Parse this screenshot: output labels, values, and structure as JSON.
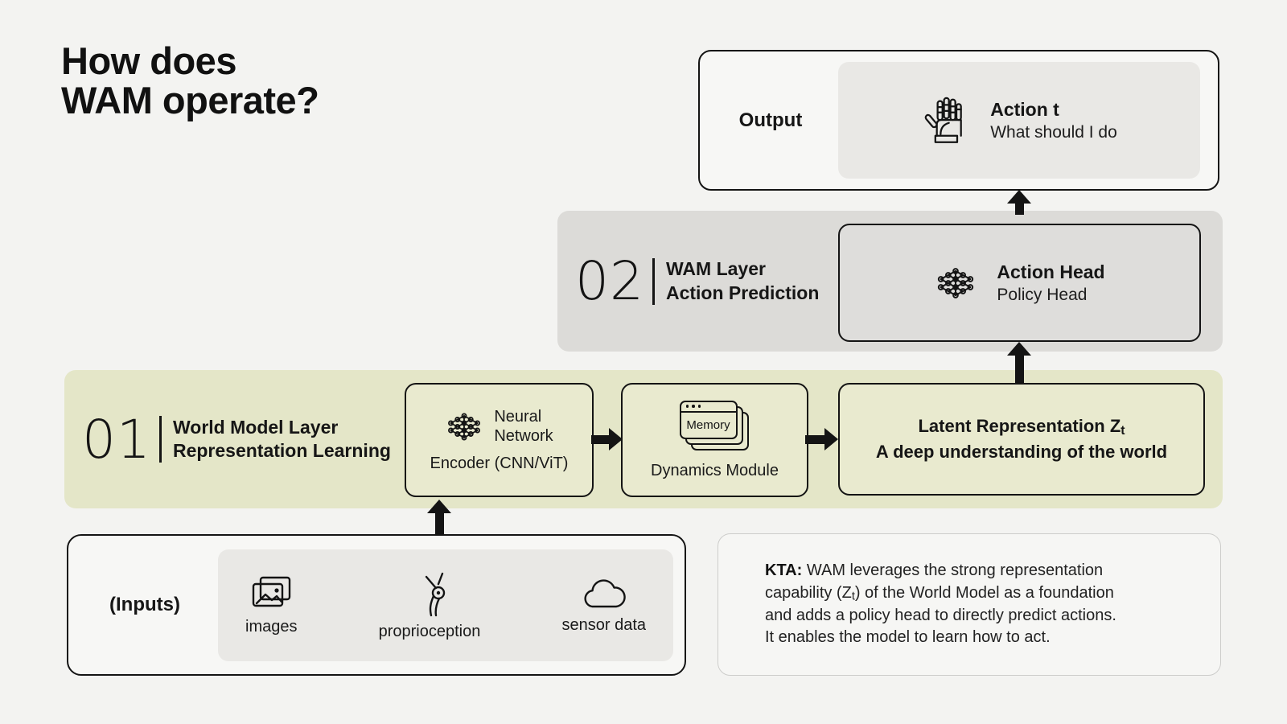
{
  "title": {
    "line1": "How does",
    "line2": "WAM operate?"
  },
  "output": {
    "label": "Output",
    "card": {
      "icon": "robot-hand-icon",
      "title": "Action t",
      "subtitle": "What should I do"
    }
  },
  "layer02": {
    "number": "02",
    "name_line1": "WAM Layer",
    "name_line2": "Action Prediction",
    "card": {
      "icon": "neural-network-icon",
      "title": "Action Head",
      "subtitle": "Policy Head"
    }
  },
  "layer01": {
    "number": "01",
    "name_line1": "World Model Layer",
    "name_line2": "Representation Learning",
    "encoder": {
      "icon": "neural-network-icon",
      "name_line1": "Neural",
      "name_line2": "Network",
      "caption": "Encoder (CNN/ViT)"
    },
    "dynamics": {
      "icon": "memory-windows-icon",
      "memory_label": "Memory",
      "caption": "Dynamics Module"
    },
    "latent": {
      "title_prefix": "Latent Representation Z",
      "title_sub": "t",
      "subtitle": "A deep understanding of the world"
    }
  },
  "inputs": {
    "label": "(Inputs)",
    "items": [
      {
        "icon": "images-icon",
        "label": "images"
      },
      {
        "icon": "proprioception-icon",
        "label": "proprioception"
      },
      {
        "icon": "cloud-icon",
        "label": "sensor data"
      }
    ]
  },
  "kta": {
    "lead": "KTA:",
    "line1": " WAM leverages the strong representation",
    "line2_pre": "capability (Z",
    "line2_sub": "t",
    "line2_post": ") of the World Model as a foundation",
    "line3": "and adds a policy head to directly predict actions.",
    "line4": "It enables the model to learn how to act."
  },
  "colors": {
    "page_bg": "#f3f3f1",
    "band_gray": "#dcdbd8",
    "band_olive": "#e4e6c8",
    "box_olive": "#e9eacf",
    "box_gray": "#dedddb",
    "panel_gray": "#e9e8e5",
    "card_bg": "#f7f7f5",
    "line_black": "#141414"
  }
}
